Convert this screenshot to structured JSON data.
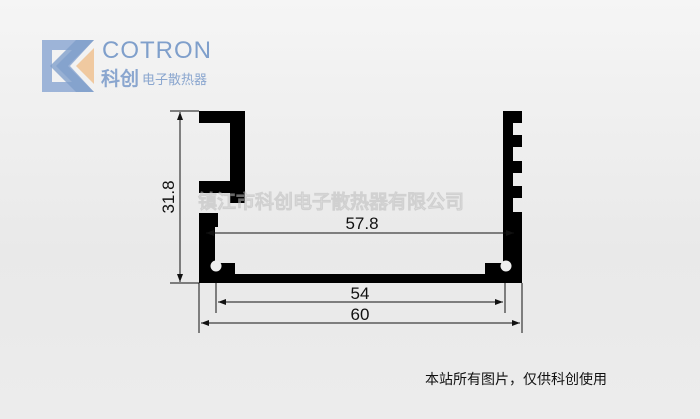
{
  "logo": {
    "brand": "COTRON",
    "name_cn": "科创",
    "subtitle_cn": "电子散热器"
  },
  "drawing": {
    "watermark": "镇江市科创电子散热器有限公司",
    "dimensions": {
      "height": "31.8",
      "inner_width": "57.8",
      "base_inner": "54",
      "overall_width": "60"
    }
  },
  "footer": {
    "notice": "本站所有图片，仅供科创使用"
  },
  "colors": {
    "profile": "#000000",
    "logo": "#7f9fcb",
    "logo_accent": "#f0c9a0"
  }
}
